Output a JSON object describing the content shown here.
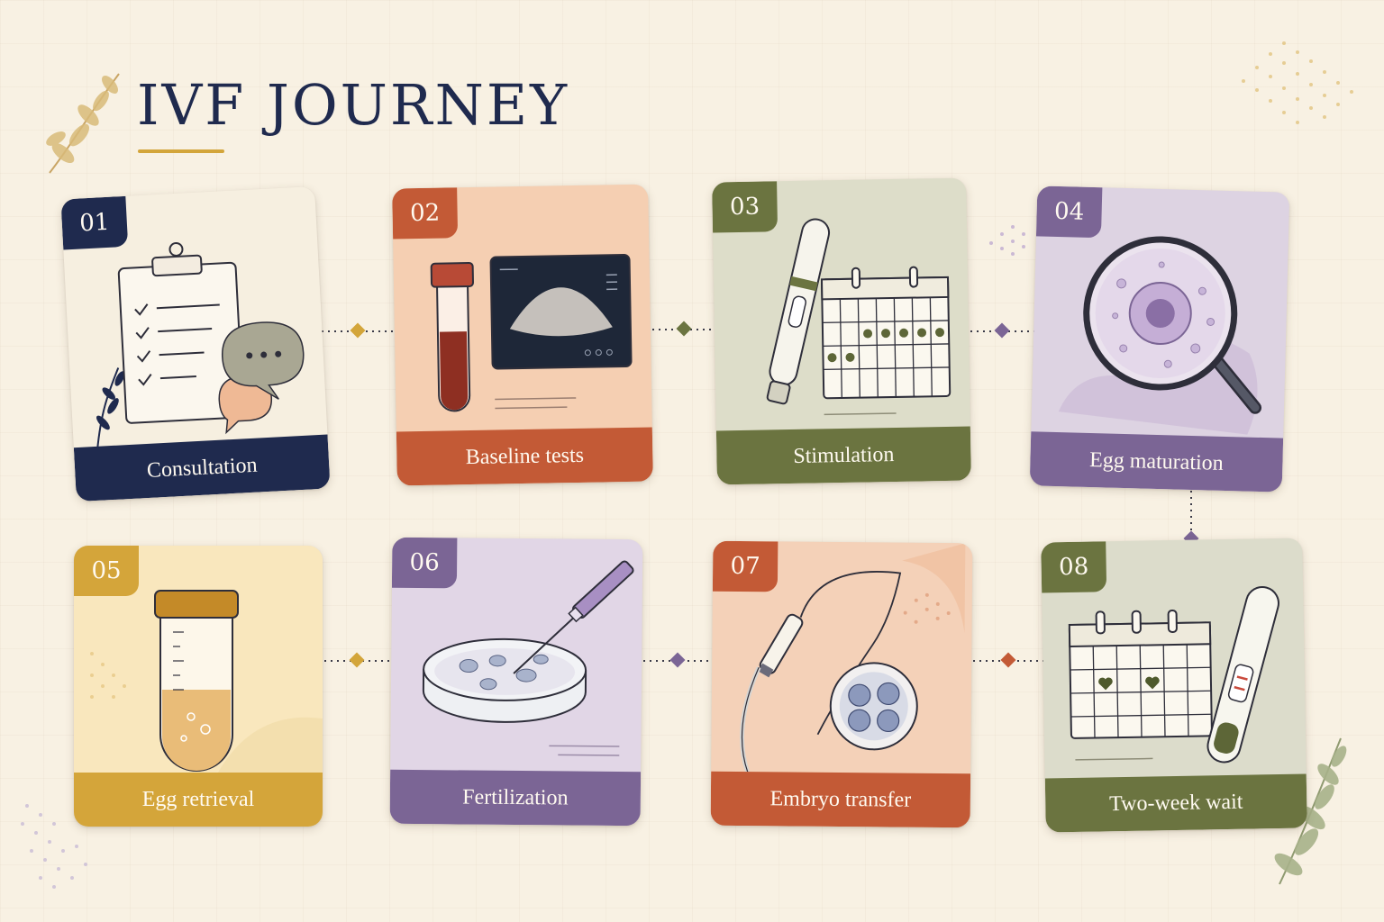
{
  "title": "IVF JOURNEY",
  "colors": {
    "navy": "#1f2a4e",
    "terracotta": "#c35a36",
    "olive": "#6b7440",
    "purple": "#7b6595",
    "mustard": "#d4a53a",
    "gold": "#d3a53a",
    "background": "#f8f1e3"
  },
  "steps": [
    {
      "number": "01",
      "label": "Consultation",
      "icon": "clipboard-chat-icon"
    },
    {
      "number": "02",
      "label": "Baseline tests",
      "icon": "blood-tube-ultrasound-icon"
    },
    {
      "number": "03",
      "label": "Stimulation",
      "icon": "injection-pen-calendar-icon"
    },
    {
      "number": "04",
      "label": "Egg maturation",
      "icon": "magnifier-egg-icon"
    },
    {
      "number": "05",
      "label": "Egg retrieval",
      "icon": "specimen-tube-icon"
    },
    {
      "number": "06",
      "label": "Fertilization",
      "icon": "petri-dish-pipette-icon"
    },
    {
      "number": "07",
      "label": "Embryo transfer",
      "icon": "catheter-embryo-icon"
    },
    {
      "number": "08",
      "label": "Two-week wait",
      "icon": "calendar-pregnancy-test-icon"
    }
  ]
}
